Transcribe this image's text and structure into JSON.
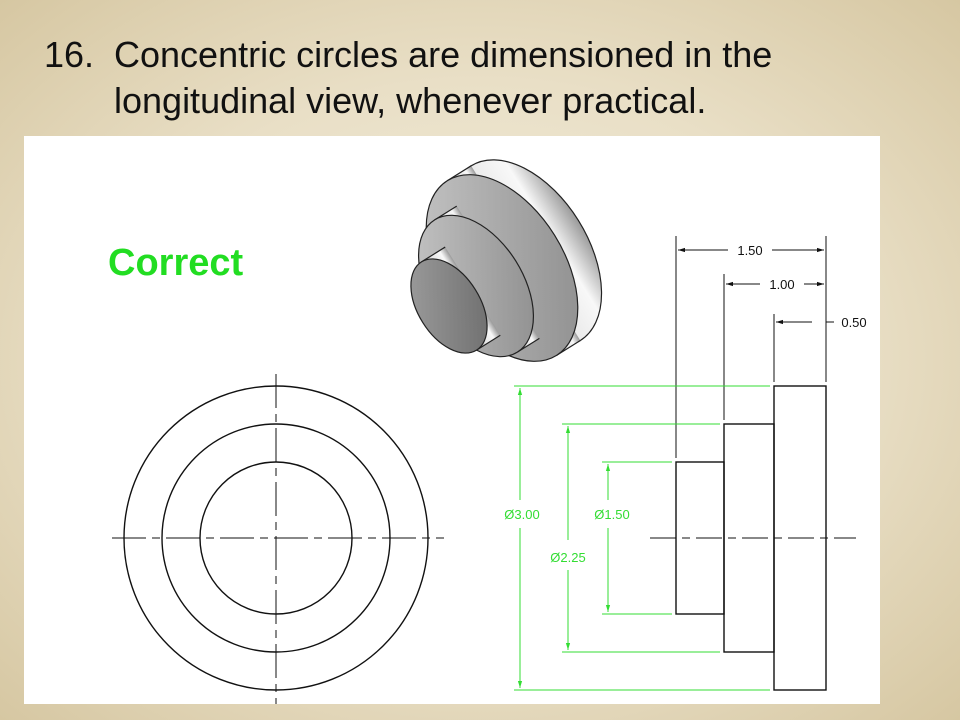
{
  "slide": {
    "number": "16.",
    "title_line1": "Concentric circles are dimensioned in the",
    "title_line2": "longitudinal view, whenever practical."
  },
  "drawing": {
    "label": "Correct",
    "label_color": "#22dd22",
    "dimension_color": "#33dd33",
    "line_color": "#111111",
    "dim_horizontal": [
      "1.50",
      "1.00",
      "0.50"
    ],
    "dim_diameter": [
      "Ø3.00",
      "Ø1.50",
      "Ø2.25"
    ]
  }
}
